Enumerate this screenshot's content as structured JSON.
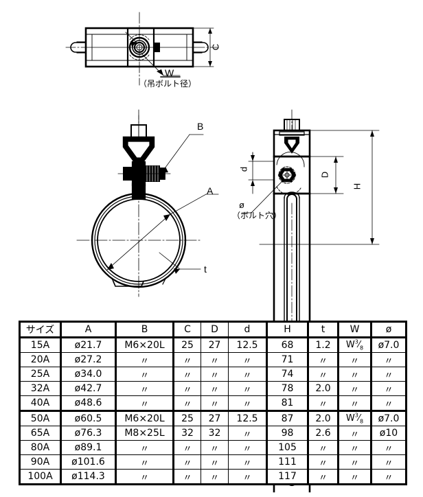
{
  "drawing": {
    "title_note": "",
    "views": {
      "top_view": {
        "name": "plan-view",
        "dimension_labels": [
          "C"
        ],
        "callouts": [
          {
            "symbol": "W",
            "note": "（吊ボルト径）"
          }
        ]
      },
      "front_view": {
        "name": "front-view",
        "callouts": [
          {
            "symbol": "B"
          },
          {
            "symbol": "A"
          },
          {
            "symbol": "t"
          }
        ]
      },
      "side_view": {
        "name": "side-view",
        "dimension_labels": [
          "d",
          "D",
          "H"
        ],
        "callouts": [
          {
            "symbol": "ø",
            "note": "（ボルト穴）"
          }
        ]
      }
    },
    "colors": {
      "line": "#000000",
      "background": "#ffffff"
    }
  },
  "spec_table": {
    "headers": [
      "サイズ",
      "A",
      "B",
      "C",
      "D",
      "d",
      "H",
      "t",
      "W",
      "ø"
    ],
    "ditto_mark": "〃",
    "rows": [
      {
        "size": "15A",
        "A": "ø21.7",
        "B": "M6×20L",
        "C": "25",
        "D": "27",
        "d": "12.5",
        "H": "68",
        "t": "1.2",
        "W": "W3/8",
        "hole": "ø7.0",
        "group_end": false
      },
      {
        "size": "20A",
        "A": "ø27.2",
        "B": "〃",
        "C": "〃",
        "D": "〃",
        "d": "〃",
        "H": "71",
        "t": "〃",
        "W": "〃",
        "hole": "〃",
        "group_end": false
      },
      {
        "size": "25A",
        "A": "ø34.0",
        "B": "〃",
        "C": "〃",
        "D": "〃",
        "d": "〃",
        "H": "74",
        "t": "〃",
        "W": "〃",
        "hole": "〃",
        "group_end": false
      },
      {
        "size": "32A",
        "A": "ø42.7",
        "B": "〃",
        "C": "〃",
        "D": "〃",
        "d": "〃",
        "H": "78",
        "t": "2.0",
        "W": "〃",
        "hole": "〃",
        "group_end": false
      },
      {
        "size": "40A",
        "A": "ø48.6",
        "B": "〃",
        "C": "〃",
        "D": "〃",
        "d": "〃",
        "H": "81",
        "t": "〃",
        "W": "〃",
        "hole": "〃",
        "group_end": true
      },
      {
        "size": "50A",
        "A": "ø60.5",
        "B": "M6×20L",
        "C": "25",
        "D": "27",
        "d": "12.5",
        "H": "87",
        "t": "2.0",
        "W": "W3/8",
        "hole": "ø7.0",
        "group_end": false
      },
      {
        "size": "65A",
        "A": "ø76.3",
        "B": "M8×25L",
        "C": "32",
        "D": "32",
        "d": "〃",
        "H": "98",
        "t": "2.6",
        "W": "〃",
        "hole": "ø10",
        "group_end": false
      },
      {
        "size": "80A",
        "A": "ø89.1",
        "B": "〃",
        "C": "〃",
        "D": "〃",
        "d": "〃",
        "H": "105",
        "t": "〃",
        "W": "〃",
        "hole": "〃",
        "group_end": false
      },
      {
        "size": "90A",
        "A": "ø101.6",
        "B": "〃",
        "C": "〃",
        "D": "〃",
        "d": "〃",
        "H": "111",
        "t": "〃",
        "W": "〃",
        "hole": "〃",
        "group_end": false
      },
      {
        "size": "100A",
        "A": "ø114.3",
        "B": "〃",
        "C": "〃",
        "D": "〃",
        "d": "〃",
        "H": "117",
        "t": "〃",
        "W": "〃",
        "hole": "〃",
        "group_end": false
      }
    ]
  }
}
